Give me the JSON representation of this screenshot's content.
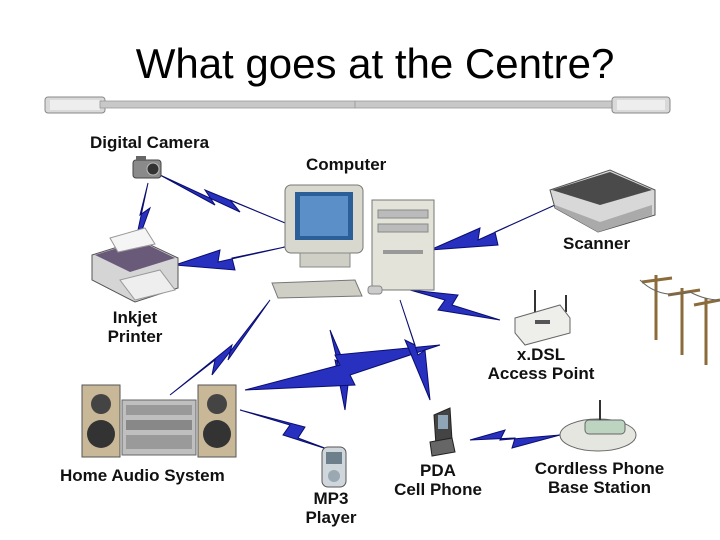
{
  "title": "What goes at the Centre?",
  "colors": {
    "bolt": "#2830c0",
    "bolt_dark": "#0a0e70",
    "cable": "#b8b8b8"
  },
  "devices": {
    "digital_camera": "Digital Camera",
    "computer": "Computer",
    "scanner": "Scanner",
    "inkjet_printer": [
      "Inkjet",
      "Printer"
    ],
    "xdsl": [
      "x.DSL",
      "Access Point"
    ],
    "home_audio": "Home Audio System",
    "pda": [
      "PDA",
      "Cell Phone"
    ],
    "cordless": [
      "Cordless Phone",
      "Base Station"
    ],
    "mp3": [
      "MP3",
      "Player"
    ]
  }
}
